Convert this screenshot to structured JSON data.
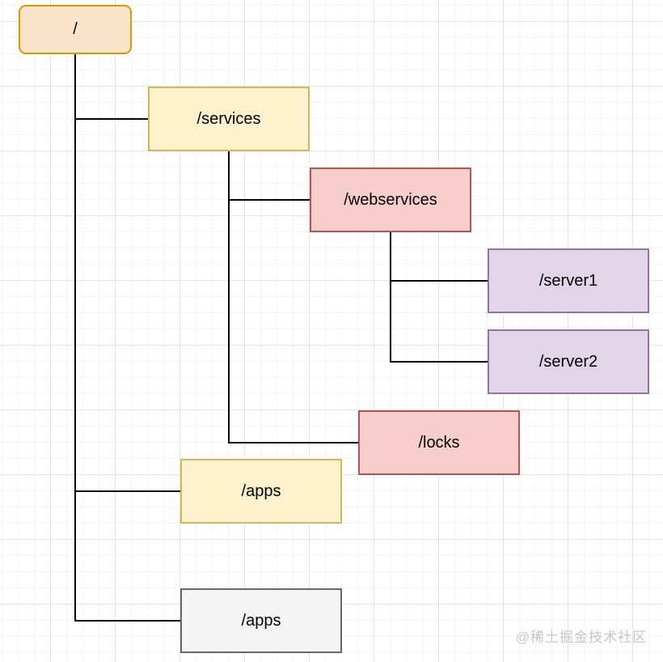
{
  "diagram": {
    "type": "tree",
    "description_colors": {
      "canvas_background": "#ffffff",
      "grid_minor": "#f4f4f4",
      "grid_major": "#e4e4e4",
      "connector": "#000000",
      "text": "#000000"
    },
    "nodes": [
      {
        "id": "root",
        "label": "/",
        "shape": "rounded-rectangle",
        "fill": "#fce3cc",
        "stroke": "#d79b00"
      },
      {
        "id": "services",
        "label": "/services",
        "shape": "rectangle",
        "fill": "#fff2cc",
        "stroke": "#d6b656"
      },
      {
        "id": "webservices",
        "label": "/webservices",
        "shape": "rectangle",
        "fill": "#f8cecc",
        "stroke": "#b85450"
      },
      {
        "id": "server1",
        "label": "/server1",
        "shape": "rectangle",
        "fill": "#e1d5e7",
        "stroke": "#9673a6"
      },
      {
        "id": "server2",
        "label": "/server2",
        "shape": "rectangle",
        "fill": "#e1d5e7",
        "stroke": "#9673a6"
      },
      {
        "id": "locks",
        "label": "/locks",
        "shape": "rectangle",
        "fill": "#f8cecc",
        "stroke": "#b85450"
      },
      {
        "id": "apps-1",
        "label": "/apps",
        "shape": "rectangle",
        "fill": "#fff2cc",
        "stroke": "#d6b656"
      },
      {
        "id": "apps-2",
        "label": "/apps",
        "shape": "rectangle",
        "fill": "#f5f5f5",
        "stroke": "#666666"
      }
    ],
    "edges": [
      {
        "from": "root",
        "to": "services"
      },
      {
        "from": "root",
        "to": "apps-1"
      },
      {
        "from": "root",
        "to": "apps-2"
      },
      {
        "from": "services",
        "to": "webservices"
      },
      {
        "from": "services",
        "to": "locks"
      },
      {
        "from": "webservices",
        "to": "server1"
      },
      {
        "from": "webservices",
        "to": "server2"
      }
    ]
  },
  "watermark": {
    "text": "@稀土掘金技术社区"
  }
}
